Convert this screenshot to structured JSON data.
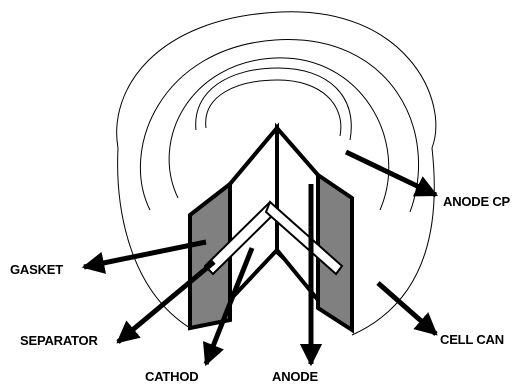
{
  "labels": {
    "anode_cap": "ANODE CP",
    "gasket": "GASKET",
    "separator": "SEPARATOR",
    "cathode": "CATHOD",
    "anode": "ANODE",
    "cell_can": "CELL CAN"
  },
  "colors": {
    "line": "#000000",
    "cathode_fill": "#808080",
    "separator_fill": "#ffffff",
    "background": "#ffffff"
  }
}
